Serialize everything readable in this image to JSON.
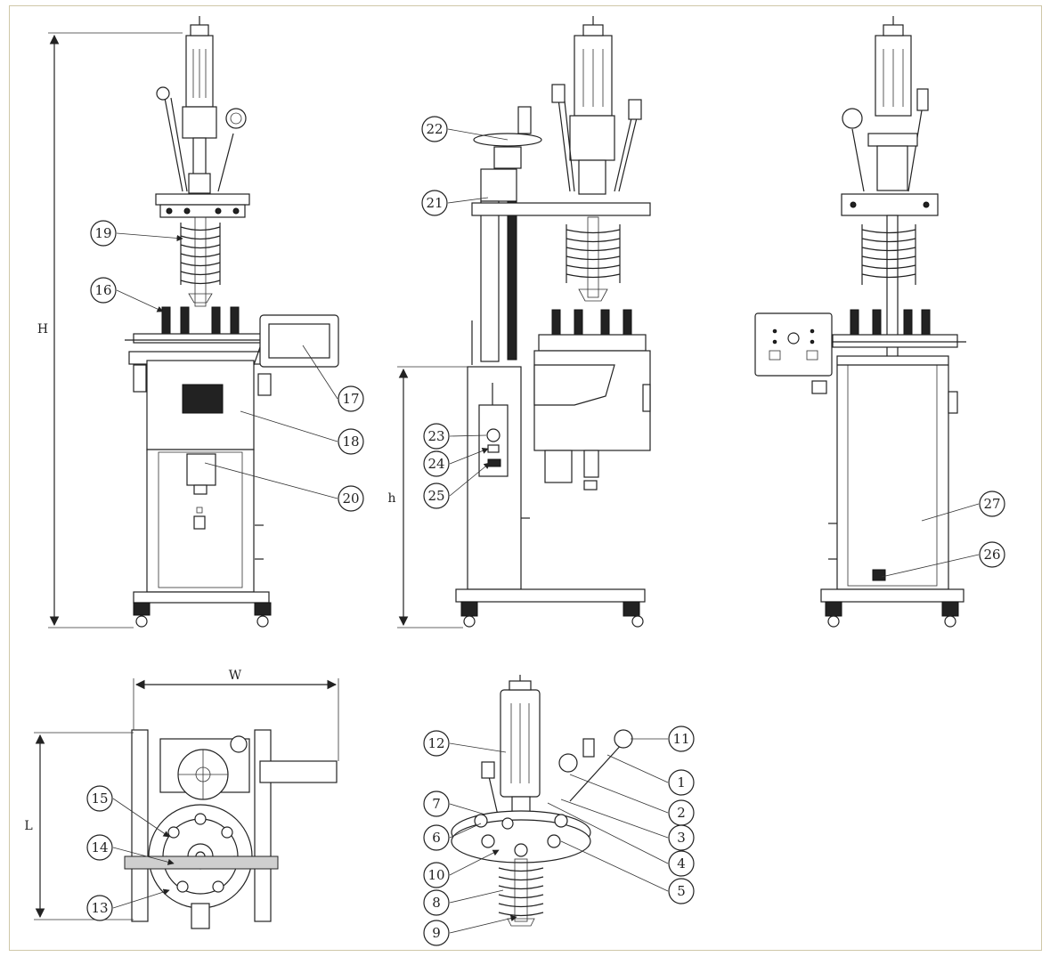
{
  "callouts": [
    {
      "id": "1",
      "label": "1"
    },
    {
      "id": "2",
      "label": "2"
    },
    {
      "id": "3",
      "label": "3"
    },
    {
      "id": "4",
      "label": "4"
    },
    {
      "id": "5",
      "label": "5"
    },
    {
      "id": "6",
      "label": "6"
    },
    {
      "id": "7",
      "label": "7"
    },
    {
      "id": "8",
      "label": "8"
    },
    {
      "id": "9",
      "label": "9"
    },
    {
      "id": "10",
      "label": "10"
    },
    {
      "id": "11",
      "label": "11"
    },
    {
      "id": "12",
      "label": "12"
    },
    {
      "id": "13",
      "label": "13"
    },
    {
      "id": "14",
      "label": "14"
    },
    {
      "id": "15",
      "label": "15"
    },
    {
      "id": "16",
      "label": "16"
    },
    {
      "id": "17",
      "label": "17"
    },
    {
      "id": "18",
      "label": "18"
    },
    {
      "id": "19",
      "label": "19"
    },
    {
      "id": "20",
      "label": "20"
    },
    {
      "id": "21",
      "label": "21"
    },
    {
      "id": "22",
      "label": "22"
    },
    {
      "id": "23",
      "label": "23"
    },
    {
      "id": "24",
      "label": "24"
    },
    {
      "id": "25",
      "label": "25"
    },
    {
      "id": "26",
      "label": "26"
    },
    {
      "id": "27",
      "label": "27"
    }
  ],
  "dimensions": {
    "height_total": "H",
    "height_body": "h",
    "width": "W",
    "length": "L"
  }
}
